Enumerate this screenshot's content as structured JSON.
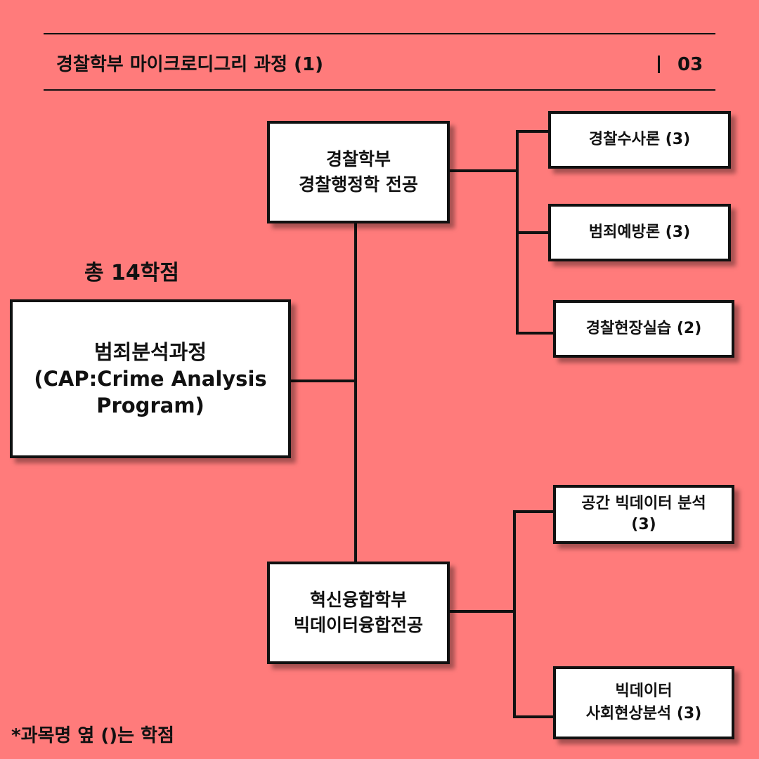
{
  "header": {
    "title": "경찰학부 마이크로디그리 과정 (1)",
    "page_number": "03"
  },
  "total_credits": "총 14학점",
  "main_program": {
    "line1": "범죄분석과정",
    "line2": "(CAP:Crime Analysis",
    "line3": "Program)"
  },
  "majors": {
    "police": {
      "line1": "경찰학부",
      "line2": "경찰행정학 전공"
    },
    "bigdata": {
      "line1": "혁신융합학부",
      "line2": "빅데이터융합전공"
    }
  },
  "courses": {
    "police": [
      {
        "line1": "경찰수사론 (3)"
      },
      {
        "line1": "범죄예방론 (3)"
      },
      {
        "line1": "경찰현장실습 (2)"
      }
    ],
    "bigdata": [
      {
        "line1": "공간 빅데이터 분석",
        "line2": "(3)"
      },
      {
        "line1": "빅데이터",
        "line2": "사회현상분석 (3)"
      }
    ]
  },
  "footnote": "*과목명 옆 ()는 학점"
}
